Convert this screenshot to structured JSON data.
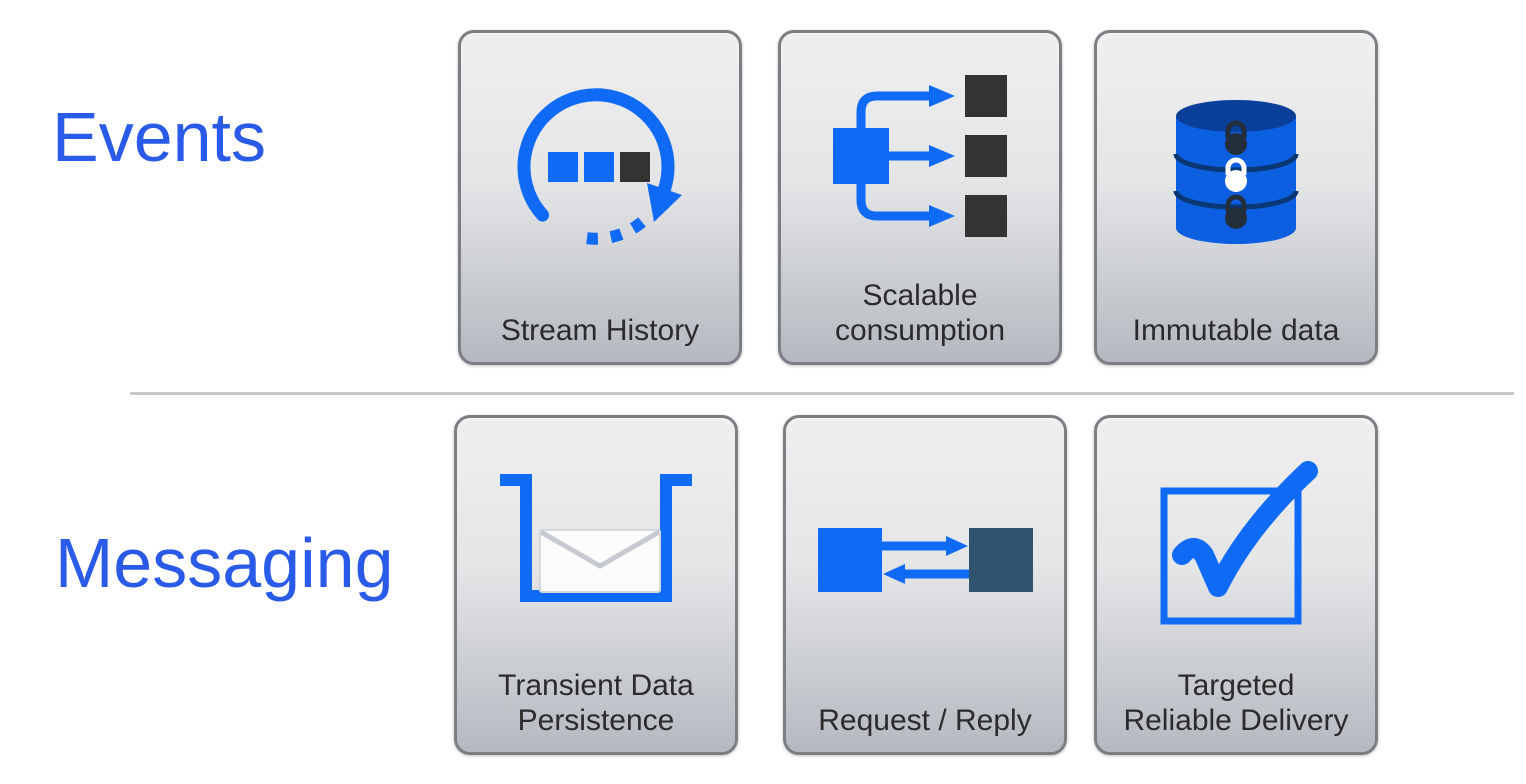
{
  "rows": [
    {
      "label": "Events",
      "cards": [
        {
          "icon": "stream-history-icon",
          "label": "Stream History"
        },
        {
          "icon": "scalable-consumption-icon",
          "label": "Scalable\nconsumption"
        },
        {
          "icon": "immutable-data-icon",
          "label": "Immutable data"
        }
      ]
    },
    {
      "label": "Messaging",
      "cards": [
        {
          "icon": "transient-data-persistence-icon",
          "label": "Transient Data\nPersistence"
        },
        {
          "icon": "request-reply-icon",
          "label": "Request / Reply"
        },
        {
          "icon": "targeted-reliable-delivery-icon",
          "label": "Targeted\nReliable Delivery"
        }
      ]
    }
  ],
  "colors": {
    "accent_blue": "#2A5BE8",
    "icon_blue": "#0F6BF5",
    "dark_square": "#333333",
    "slate_square": "#30536F",
    "db_body_blue": "#0D5FE2",
    "db_top_navy": "#0A3F9C",
    "db_separator": "#083875",
    "lock_dark": "#232F3A",
    "lock_white": "#FFFFFF",
    "card_border": "#7B7F84",
    "card_gradient_top": "#EFEFF0",
    "card_gradient_bottom": "#B5B9BF",
    "card_label_text": "#2B2B2B",
    "divider": "#C5C7C9"
  }
}
